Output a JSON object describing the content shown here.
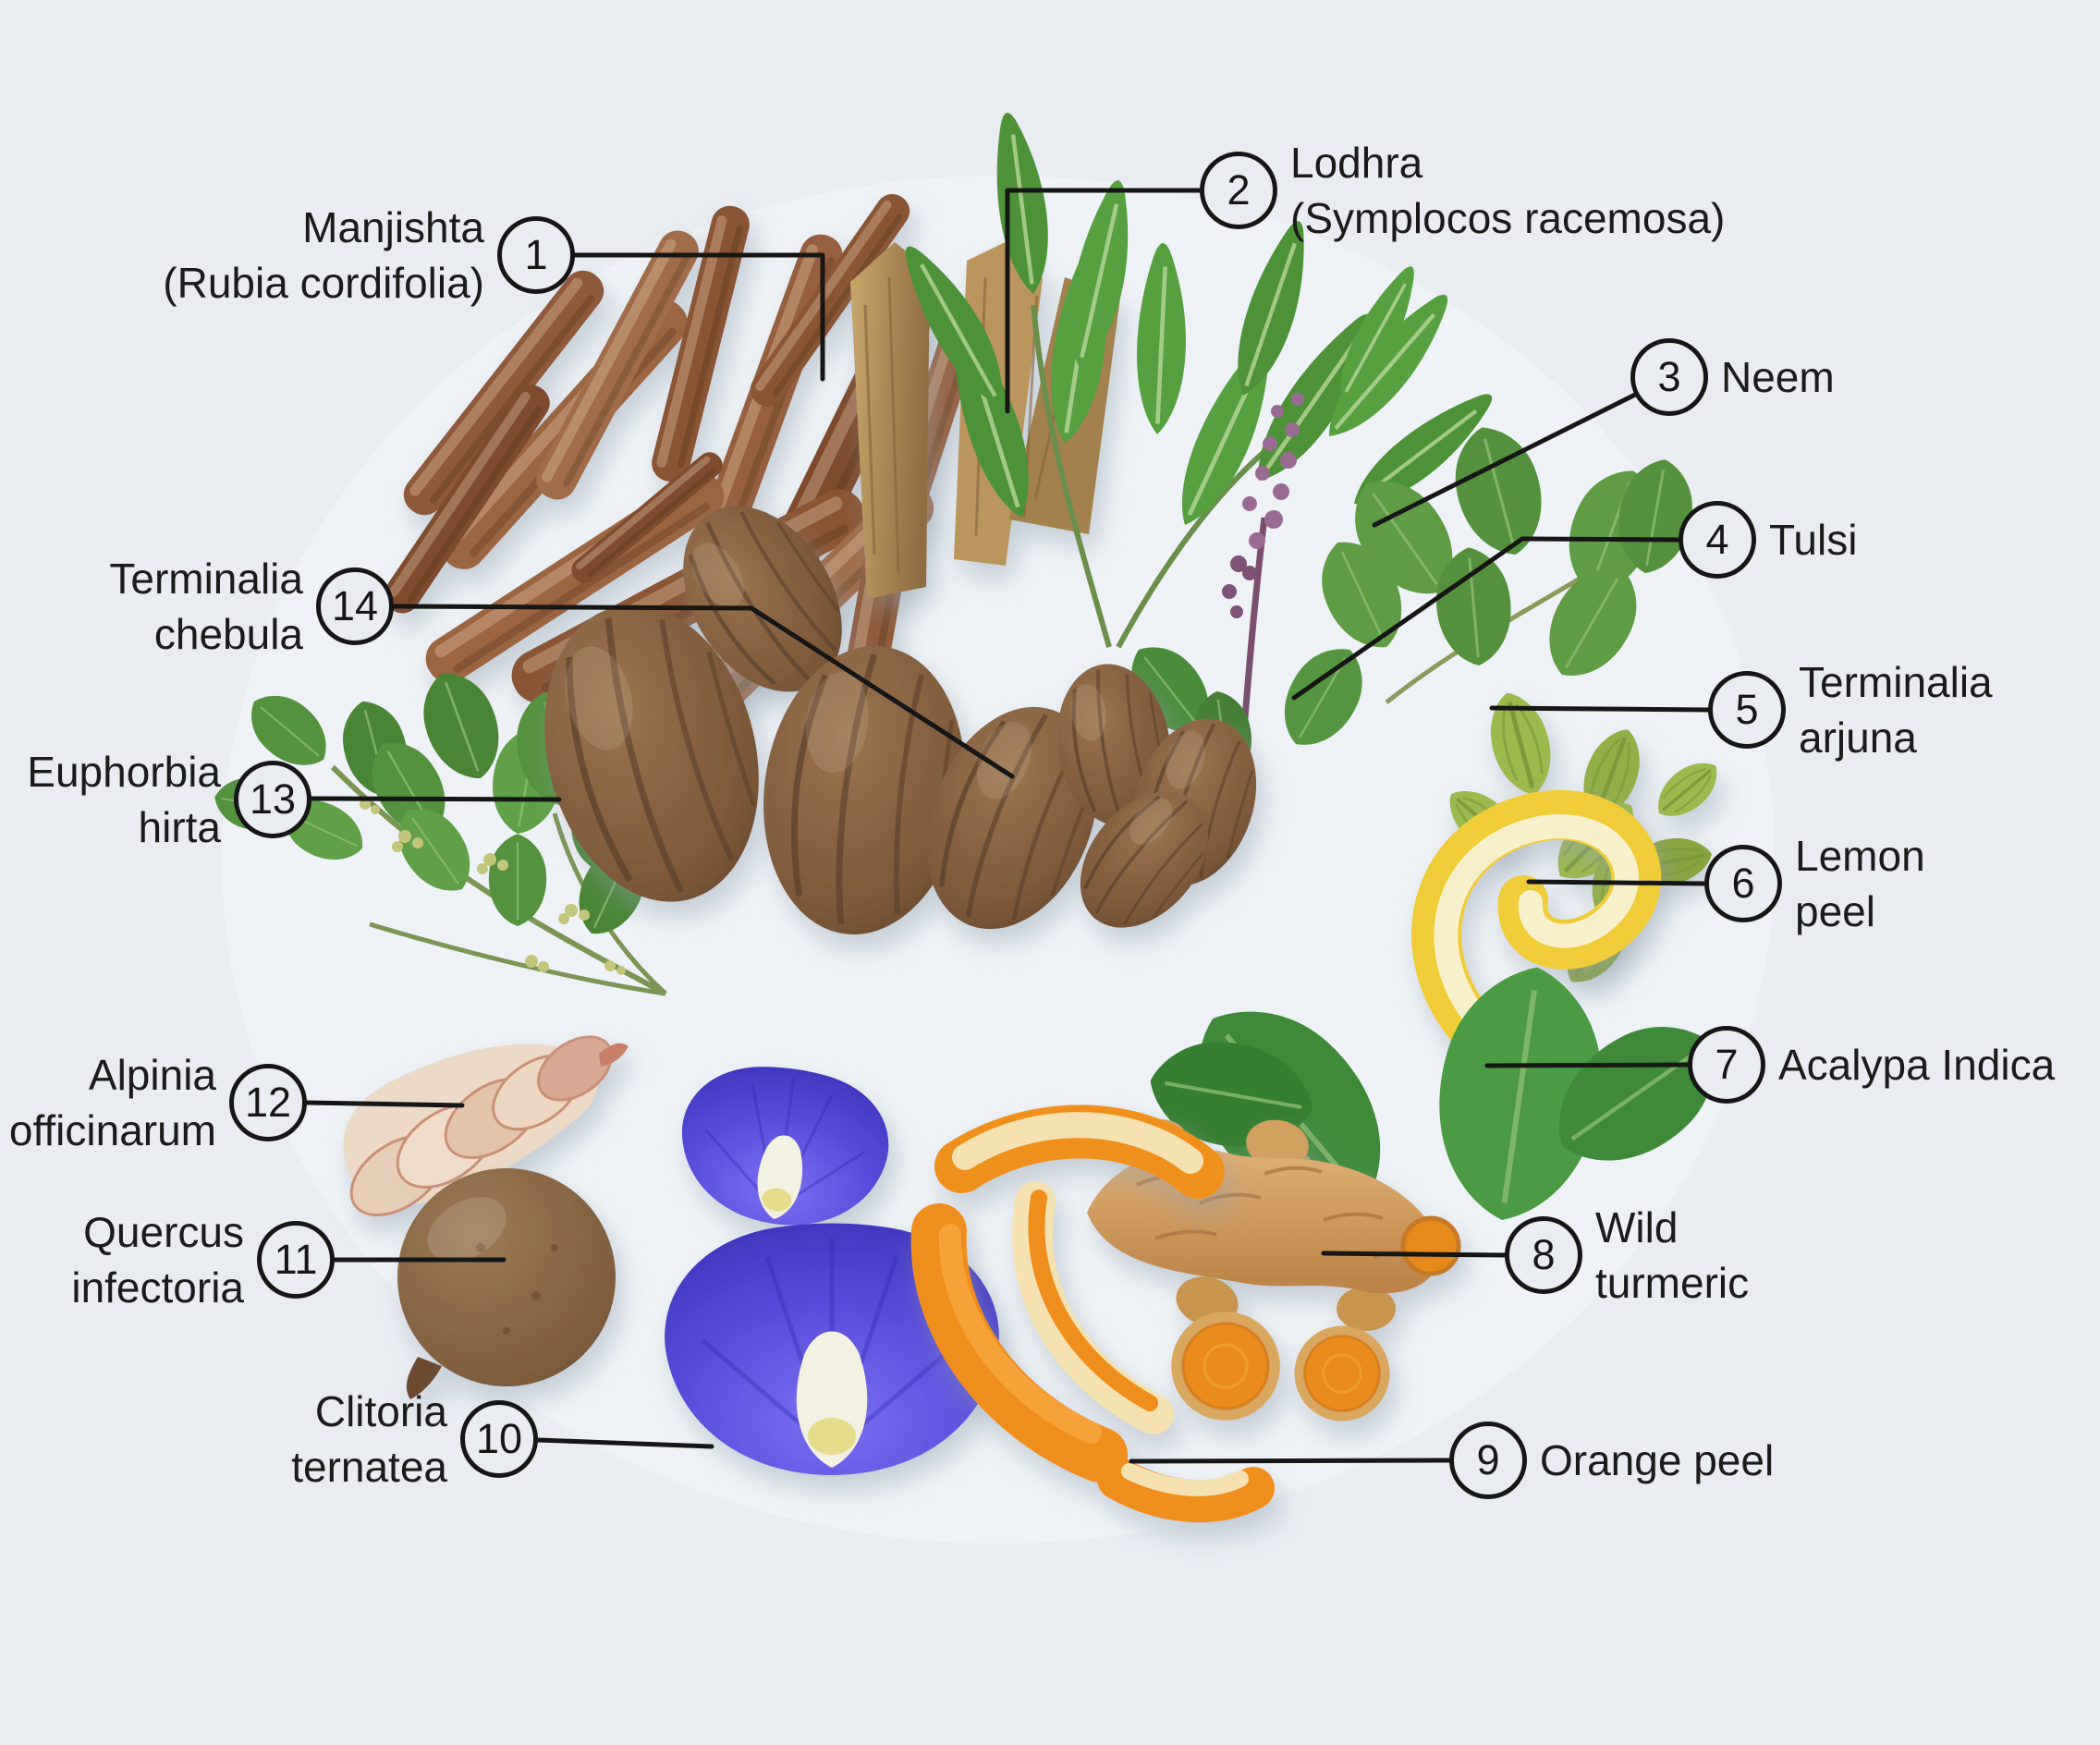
{
  "figure": {
    "type": "labeled-herbal-ingredient-diagram",
    "background_color": "#e9edf2",
    "line_color": "#161616",
    "text_color": "#1b1b1b"
  },
  "labels": [
    {
      "id": "1",
      "number": "1",
      "name": "Manjishta (Rubia cordifolia)",
      "lines": [
        "Manjishta",
        "(Rubia cordifolia)"
      ]
    },
    {
      "id": "2",
      "number": "2",
      "name": "Lodhra (Symplocos racemosa)",
      "lines": [
        "Lodhra",
        "(Symplocos racemosa)"
      ]
    },
    {
      "id": "3",
      "number": "3",
      "name": "Neem",
      "lines": [
        "Neem"
      ]
    },
    {
      "id": "4",
      "number": "4",
      "name": "Tulsi",
      "lines": [
        "Tulsi"
      ]
    },
    {
      "id": "5",
      "number": "5",
      "name": "Terminalia arjuna",
      "lines": [
        "Terminalia",
        "arjuna"
      ]
    },
    {
      "id": "6",
      "number": "6",
      "name": "Lemon peel",
      "lines": [
        "Lemon",
        "peel"
      ]
    },
    {
      "id": "7",
      "number": "7",
      "name": "Acalypa Indica",
      "lines": [
        "Acalypa Indica"
      ]
    },
    {
      "id": "8",
      "number": "8",
      "name": "Wild turmeric",
      "lines": [
        "Wild",
        "turmeric"
      ]
    },
    {
      "id": "9",
      "number": "9",
      "name": "Orange peel",
      "lines": [
        "Orange peel"
      ]
    },
    {
      "id": "10",
      "number": "10",
      "name": "Clitoria ternatea",
      "lines": [
        "Clitoria",
        "ternatea"
      ]
    },
    {
      "id": "11",
      "number": "11",
      "name": "Quercus infectoria",
      "lines": [
        "Quercus",
        "infectoria"
      ]
    },
    {
      "id": "12",
      "number": "12",
      "name": "Alpinia officinarum",
      "lines": [
        "Alpinia",
        "officinarum"
      ]
    },
    {
      "id": "13",
      "number": "13",
      "name": "Euphorbia hirta",
      "lines": [
        "Euphorbia",
        "hirta"
      ]
    },
    {
      "id": "14",
      "number": "14",
      "name": "Terminalia chebula",
      "lines": [
        "Terminalia",
        "chebula"
      ]
    }
  ]
}
